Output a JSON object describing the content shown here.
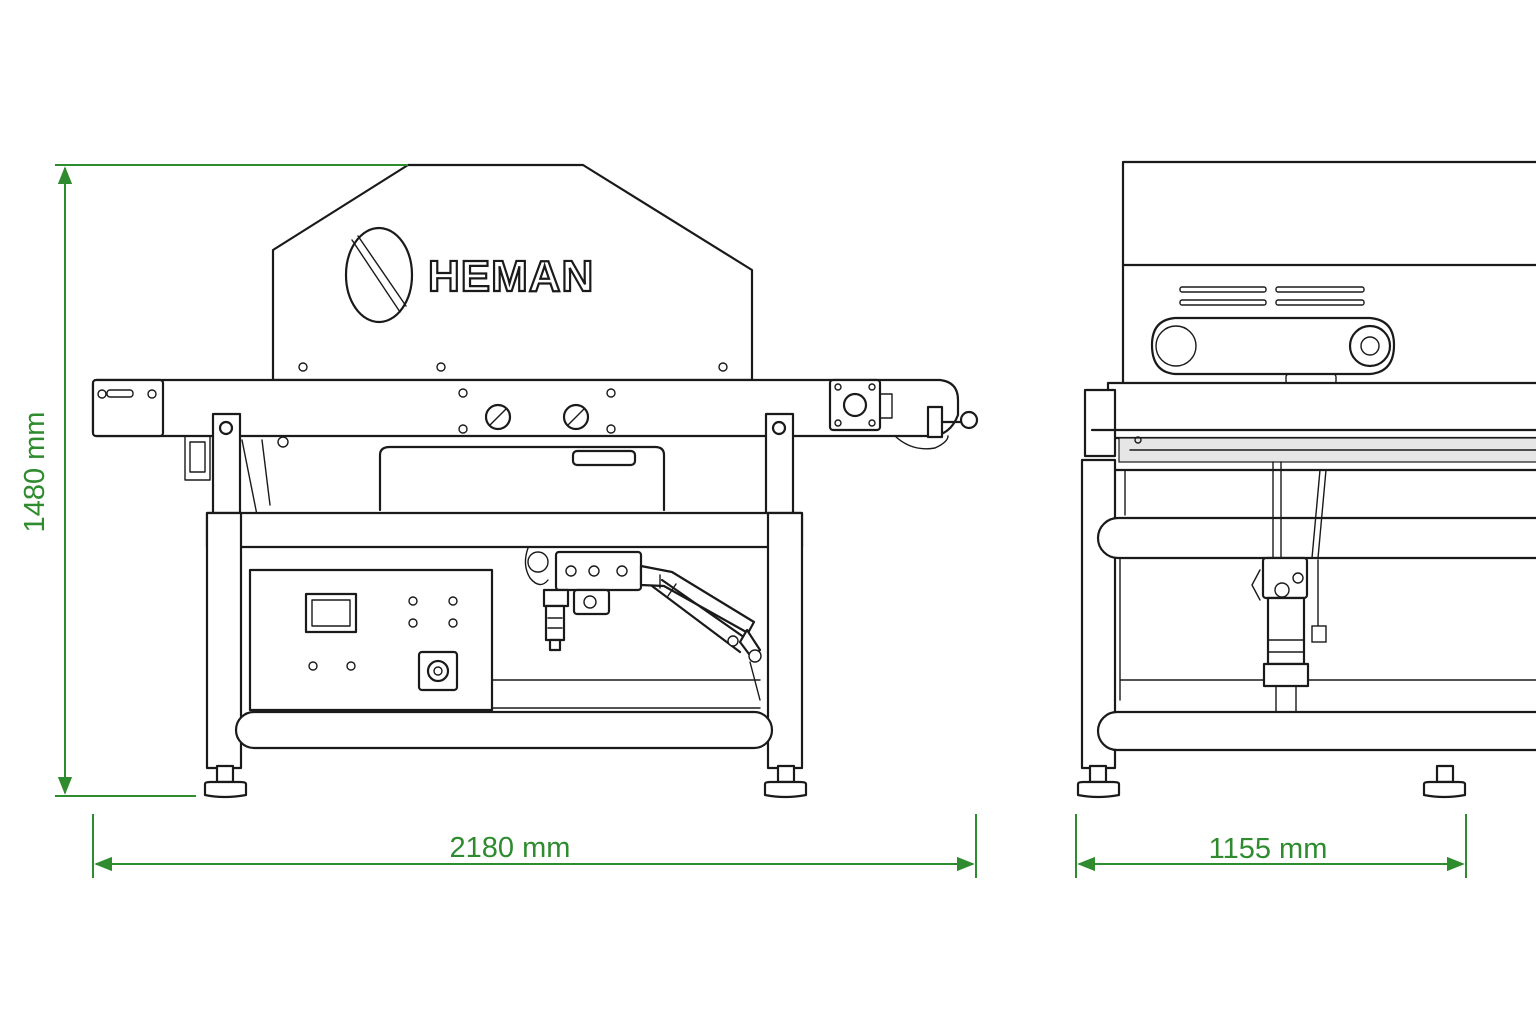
{
  "brand": {
    "name": "HEMAN"
  },
  "dimensions": {
    "height": "1480 mm",
    "length": "2180 mm",
    "width": "1155 mm"
  },
  "colors": {
    "dimension_lines": "#2e8b2e",
    "drawing_lines": "#1a1a1a",
    "background": "#ffffff"
  },
  "views": [
    "side-view",
    "front-view"
  ]
}
